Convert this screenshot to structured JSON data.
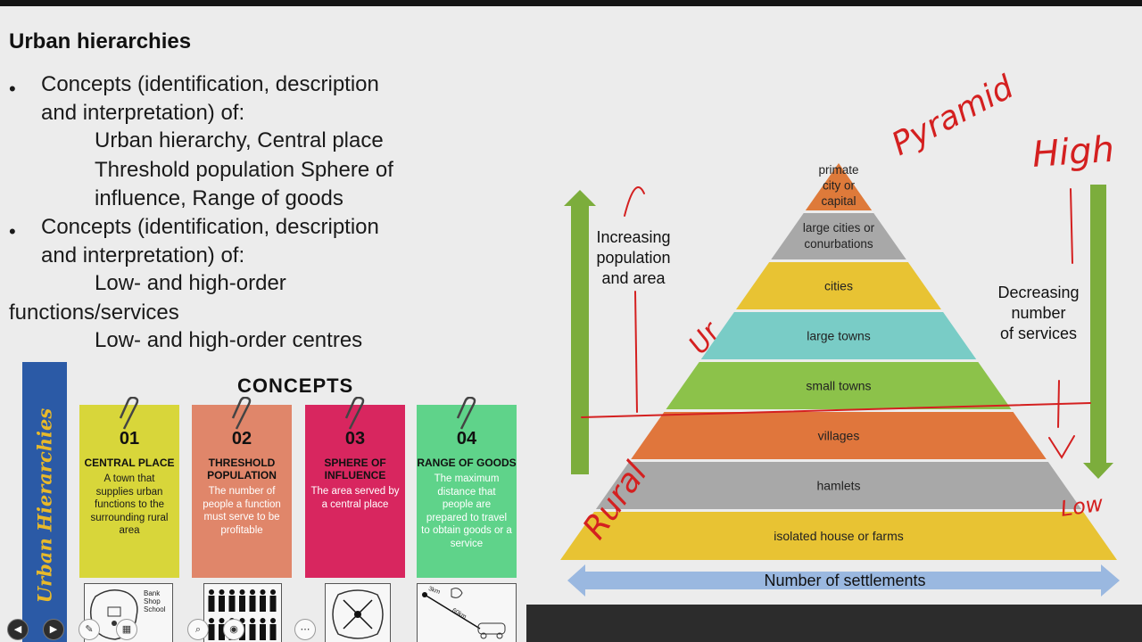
{
  "slide": {
    "title": "Urban hierarchies",
    "bullets": [
      {
        "lines": [
          "Concepts (identification, description",
          "and interpretation) of:"
        ]
      },
      {
        "lines": [
          "Concepts (identification, description",
          "and interpretation) of:"
        ]
      }
    ],
    "sub1": [
      "Urban hierarchy, Central place",
      "Threshold population Sphere of",
      "influence, Range of goods"
    ],
    "sub2a": "Low- and high-order",
    "sub2b": "functions/services",
    "sub2c": "Low- and high-order centres",
    "bullet_glyph": "•"
  },
  "concepts": {
    "heading": "CONCEPTS",
    "side_label": "Urban Hierarchies",
    "cards": [
      {
        "num": "01",
        "title": "CENTRAL PLACE",
        "desc": "A town that supplies urban functions to the surrounding rural area",
        "color": "#d8d63a",
        "text_color": "#1a1a1a"
      },
      {
        "num": "02",
        "title": "THRESHOLD POPULATION",
        "desc": "The number of people a function must serve to be profitable",
        "color": "#e0866a",
        "text_color": "#ffffff"
      },
      {
        "num": "03",
        "title": "SPHERE OF INFLUENCE",
        "desc": "The area served by a central place",
        "color": "#d8265f",
        "text_color": "#ffffff"
      },
      {
        "num": "04",
        "title": "RANGE OF GOODS",
        "desc": "The maximum distance that people are prepared to travel to obtain goods or a service",
        "color": "#5fd38a",
        "text_color": "#ffffff"
      }
    ],
    "icon1_labels": [
      "Bank",
      "Shop",
      "School"
    ],
    "icon4_labels": [
      "3km",
      "60km"
    ]
  },
  "pyramid": {
    "levels": [
      {
        "label": "primate city or capital",
        "color": "#de7a3a"
      },
      {
        "label": "large cities or conurbations",
        "color": "#a8a8a8"
      },
      {
        "label": "cities",
        "color": "#e8c333"
      },
      {
        "label": "large towns",
        "color": "#79ccc6"
      },
      {
        "label": "small towns",
        "color": "#8cc24a"
      },
      {
        "label": "villages",
        "color": "#e0763c"
      },
      {
        "label": "hamlets",
        "color": "#a8a8a8"
      },
      {
        "label": "isolated house or farms",
        "color": "#e8c333"
      }
    ],
    "left_arrow_label": [
      "Increasing",
      "population",
      "and area"
    ],
    "right_arrow_label": [
      "Decreasing",
      "number",
      "of services"
    ],
    "bottom_label": "Number of settlements",
    "up_arrow_color": "#7cad3c",
    "down_arrow_color": "#7cad3c",
    "bottom_arrow_color": "#9ab8e0"
  },
  "annotations": {
    "ink_color": "#d42020",
    "pyramid_note": "Pyramid",
    "high_note": "High",
    "low_note": "Low",
    "rural_note": "Rural",
    "urban_note": "Ur"
  },
  "controls": [
    {
      "name": "prev-slide-button",
      "glyph": "◀"
    },
    {
      "name": "next-slide-button",
      "glyph": "▶"
    },
    {
      "name": "pen-tool-button",
      "glyph": "✎"
    },
    {
      "name": "slides-grid-button",
      "glyph": "▦"
    },
    {
      "name": "zoom-button",
      "glyph": "⌕"
    },
    {
      "name": "camera-button",
      "glyph": "◉"
    },
    {
      "name": "more-options-button",
      "glyph": "⋯"
    }
  ]
}
